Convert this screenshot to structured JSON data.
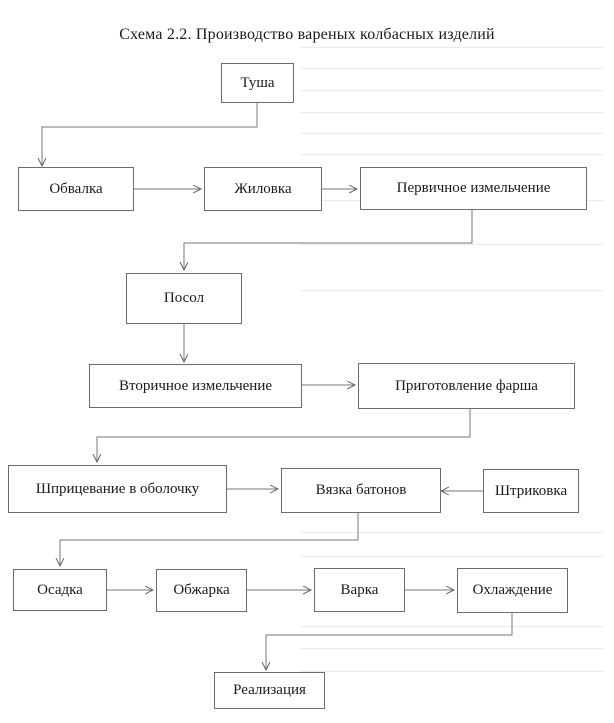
{
  "diagram": {
    "title": "Схема 2.2. Производство вареных колбасных изделий",
    "nodes": {
      "carcass": "Туша",
      "deboning": "Обвалка",
      "trimming": "Жиловка",
      "primary_grinding": "Первичное измельчение",
      "salting": "Посол",
      "secondary_grinding": "Вторичное измельчение",
      "mince_preparation": "Приготовление фарша",
      "casing_filling": "Шприцевание в оболочку",
      "tying": "Вязка батонов",
      "stick_hanging": "Штриковка",
      "settling": "Осадка",
      "browning": "Обжарка",
      "cooking": "Варка",
      "cooling": "Охлаждение",
      "sale": "Реализация"
    },
    "edges": [
      [
        "carcass",
        "deboning"
      ],
      [
        "deboning",
        "trimming"
      ],
      [
        "trimming",
        "primary_grinding"
      ],
      [
        "primary_grinding",
        "salting"
      ],
      [
        "salting",
        "secondary_grinding"
      ],
      [
        "secondary_grinding",
        "mince_preparation"
      ],
      [
        "mince_preparation",
        "casing_filling"
      ],
      [
        "casing_filling",
        "tying"
      ],
      [
        "stick_hanging",
        "tying"
      ],
      [
        "tying",
        "settling"
      ],
      [
        "settling",
        "browning"
      ],
      [
        "browning",
        "cooking"
      ],
      [
        "cooking",
        "cooling"
      ],
      [
        "cooling",
        "sale"
      ]
    ]
  }
}
